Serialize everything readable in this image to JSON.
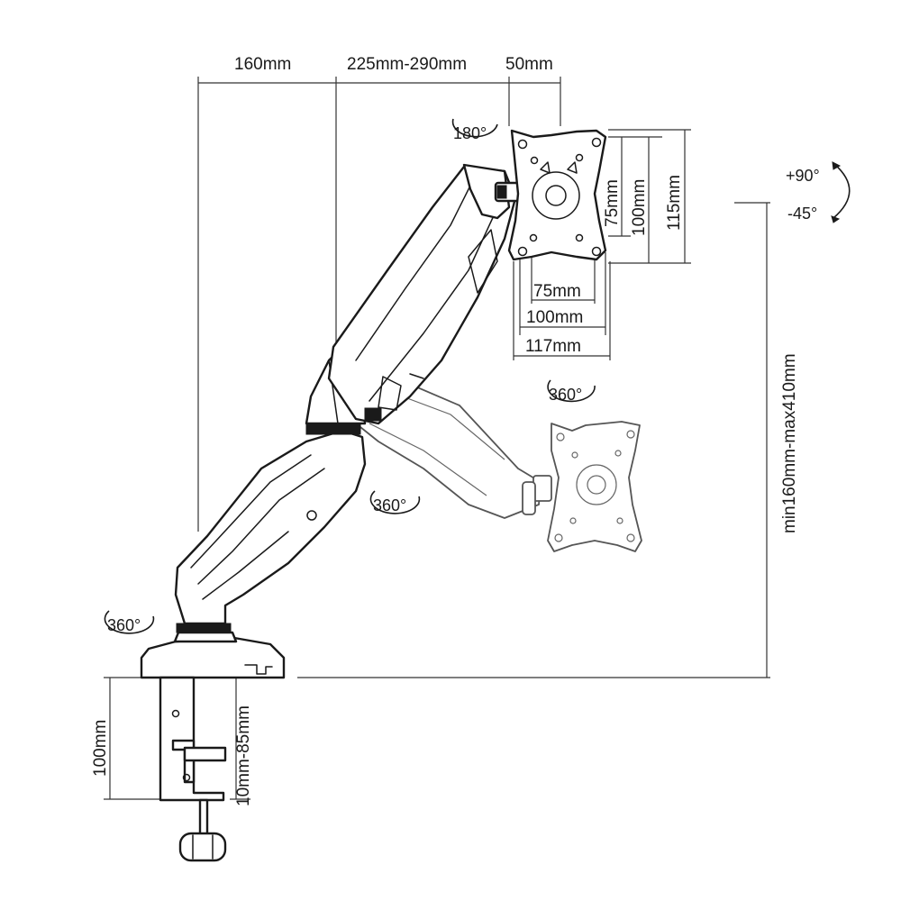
{
  "dimensions": {
    "top_left": "160mm",
    "top_middle": "225mm-290mm",
    "top_right": "50mm",
    "vesa_h_75": "75mm",
    "vesa_h_100": "100mm",
    "vesa_h_117": "117mm",
    "vesa_v_75": "75mm",
    "vesa_v_100": "100mm",
    "vesa_v_115": "115mm",
    "height_range": "min160mm-max410mm",
    "clamp_height": "100mm",
    "clamp_range": "10mm-85mm"
  },
  "rotations": {
    "plate": "180°",
    "swivel_mid": "360°",
    "arm_joint": "360°",
    "base": "360°",
    "tilt_up": "+90°",
    "tilt_down": "-45°"
  }
}
